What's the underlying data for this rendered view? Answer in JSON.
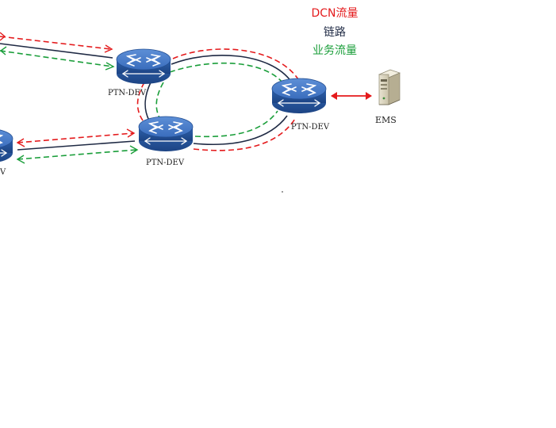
{
  "legend": {
    "dcn_traffic": "DCN流量",
    "link": "链路",
    "service_traffic": "业务流量"
  },
  "nodes": {
    "router_top_left": "PTN-DEV",
    "router_middle": "PTN-DEV",
    "router_right": "PTN-DEV",
    "router_far_left_partial": "V",
    "server": "EMS"
  },
  "colors": {
    "dcn": "#e41a1c",
    "link": "#1f2a44",
    "service": "#1a9e3a",
    "router_body": "#2f63ad"
  },
  "icons": {
    "router": "router-icon",
    "server": "server-icon"
  }
}
